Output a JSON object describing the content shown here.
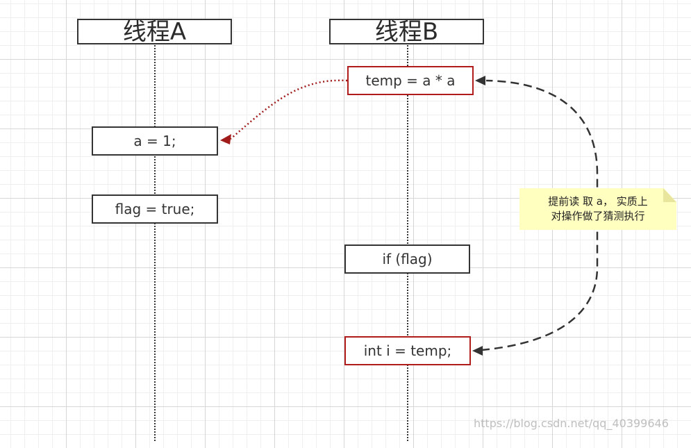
{
  "threads": {
    "a": {
      "title": "线程A"
    },
    "b": {
      "title": "线程B"
    }
  },
  "thread_a": {
    "box1": "a = 1;",
    "box2": "flag = true;"
  },
  "thread_b": {
    "box1": "temp = a * a",
    "box2": "if (flag)",
    "box3": "int i = temp;"
  },
  "note": {
    "line1": "提前读 取 a， 实质上",
    "line2": "对操作做了猜测执行"
  },
  "watermark": "https://blog.csdn.net/qq_40399646",
  "colors": {
    "highlight_border": "#b01c1c",
    "note_fill": "#ffffc0",
    "line": "#333333"
  }
}
